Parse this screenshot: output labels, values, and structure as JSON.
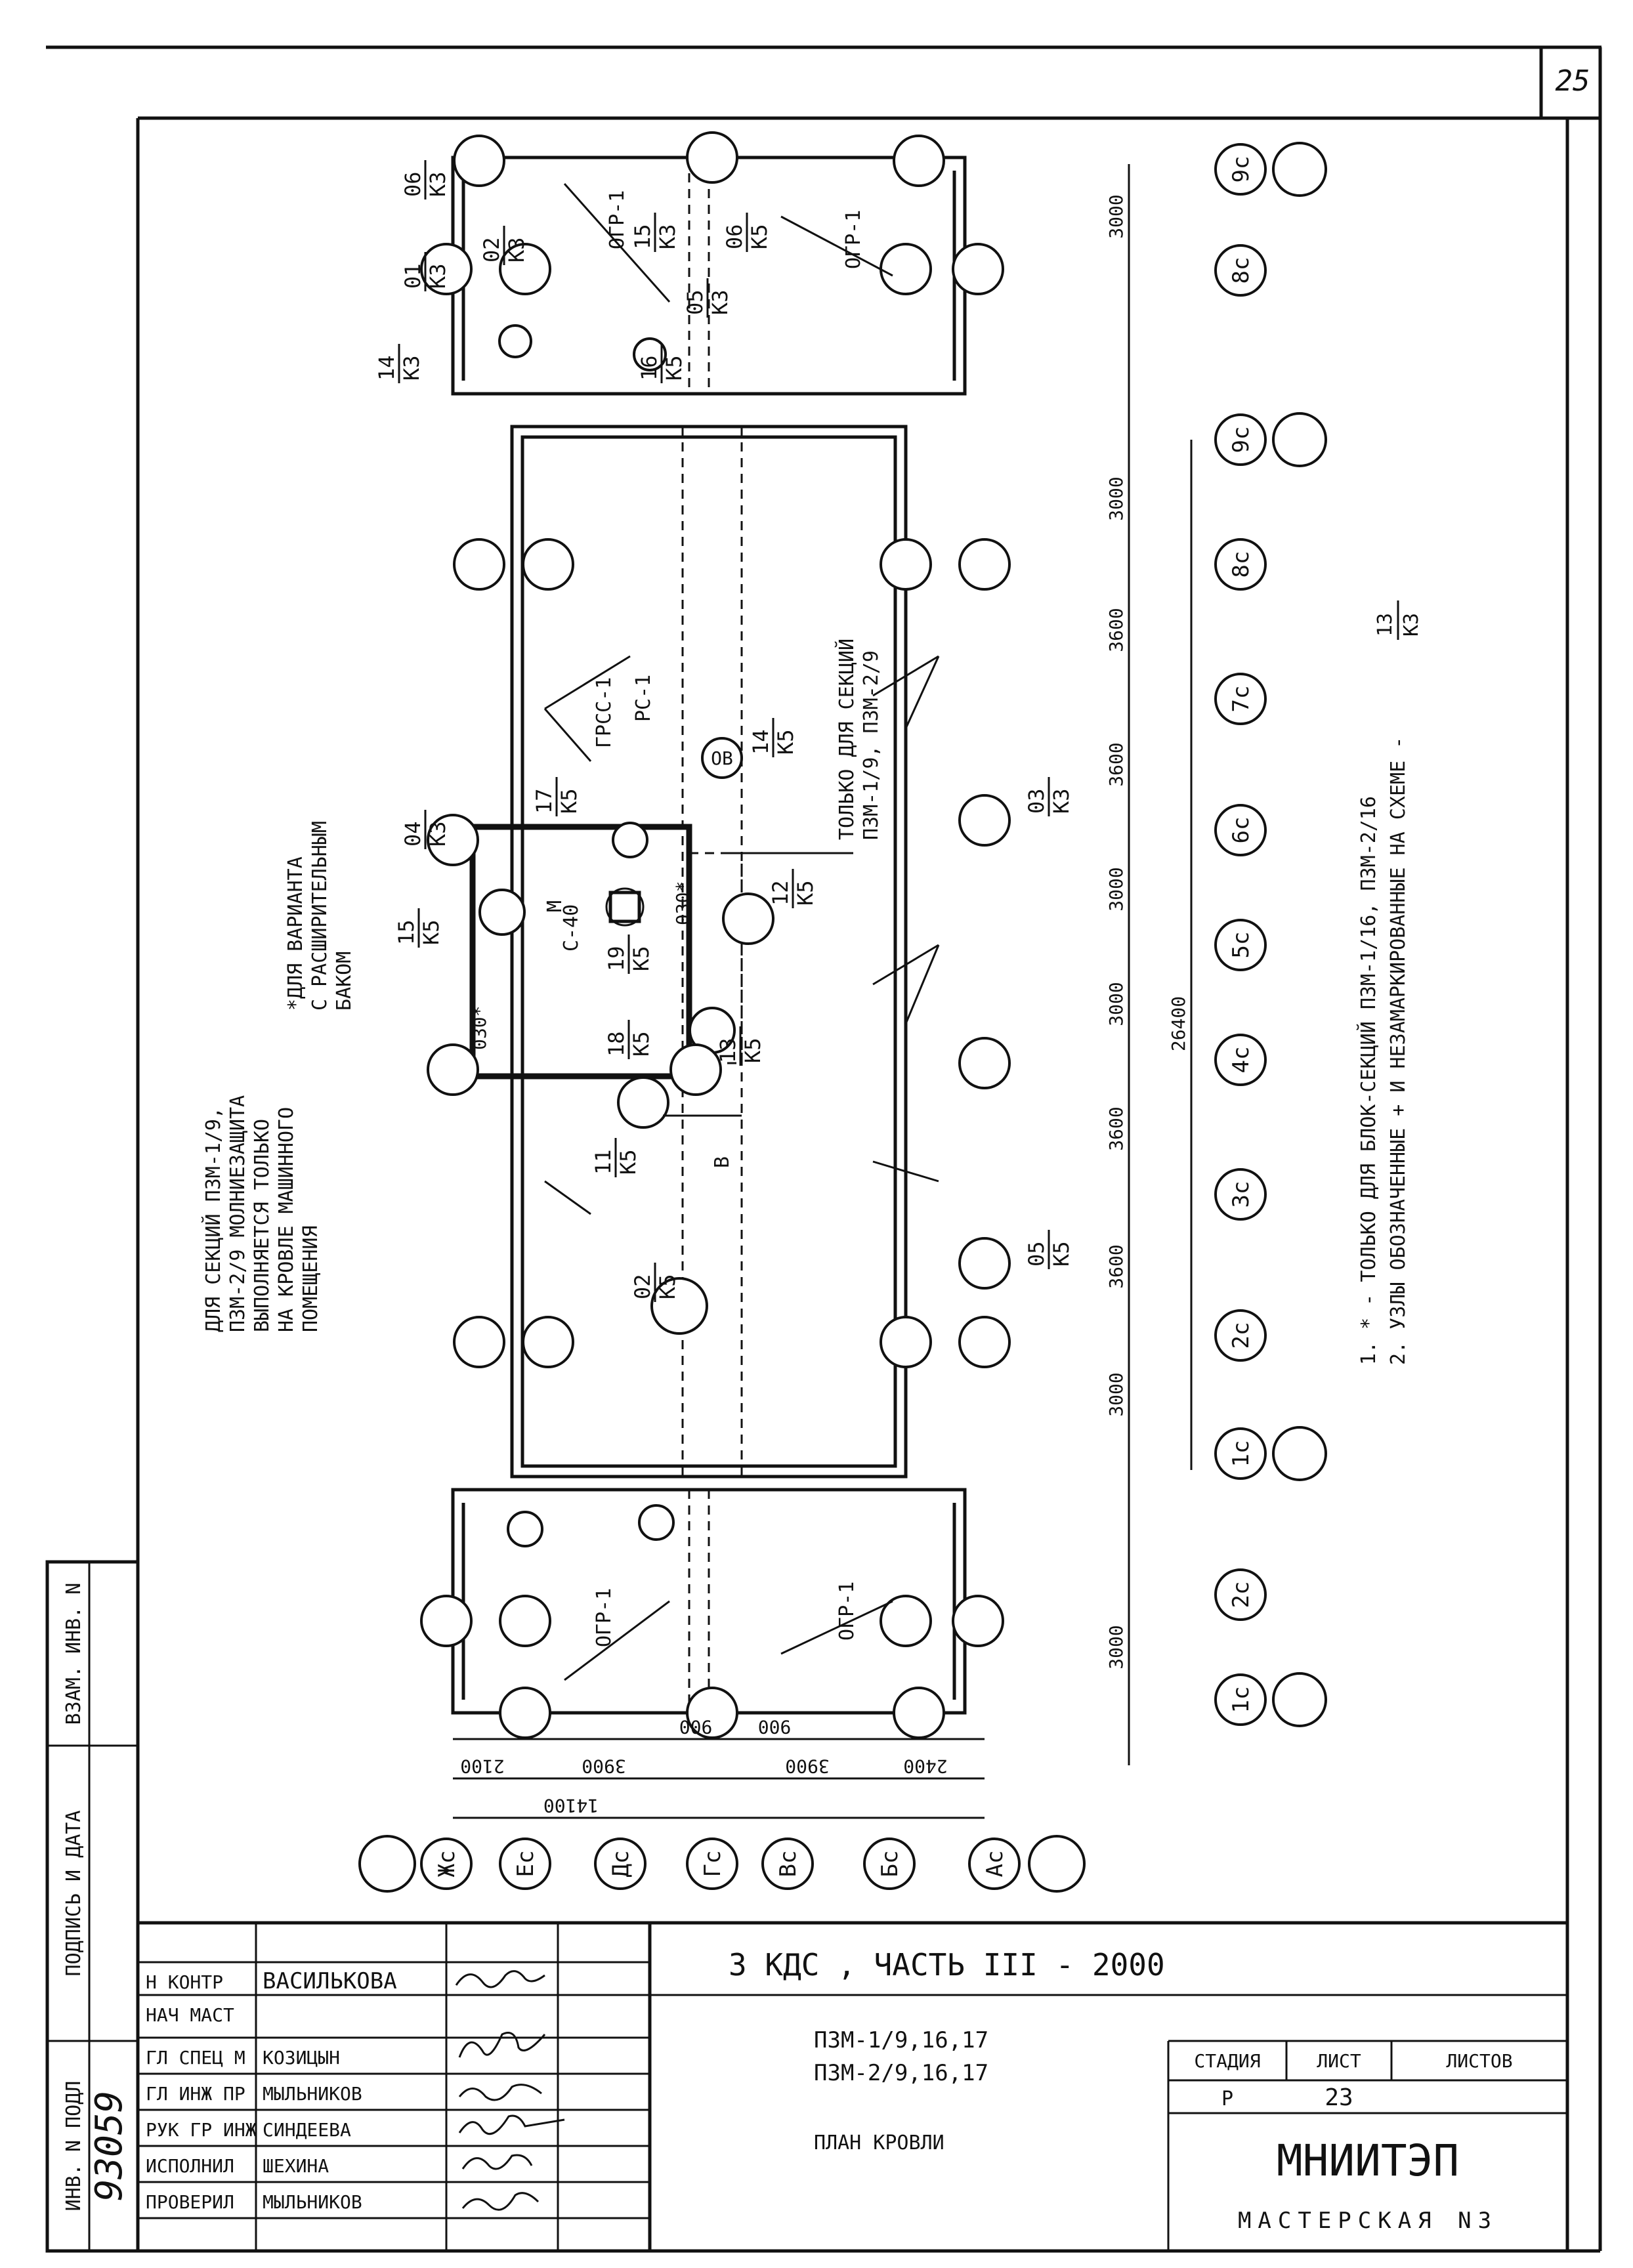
{
  "sheet_number": "25",
  "side_stamps": {
    "inv_podl_label": "ИНВ. N ПОДЛ",
    "inv_podl_value": "93059",
    "podpis_label": "ПОДПИСЬ И ДАТА",
    "vzam_label": "ВЗАМ. ИНВ. N"
  },
  "title_block": {
    "project": "3 КДС , ЧАСТЬ III - 2000",
    "series_line1": "ПЗМ-1/9,16,17",
    "series_line2": "ПЗМ-2/9,16,17",
    "drawing_title": "ПЛАН КРОВЛИ",
    "stage_label": "СТАДИЯ",
    "sheet_label": "ЛИСТ",
    "sheets_label": "ЛИСТОВ",
    "stage_value": "Р",
    "sheet_value": "23",
    "org_name": "МНИИТЭП",
    "org_sub": "МАСТЕРСКАЯ N3",
    "staff": [
      {
        "role": "Н КОНТР",
        "name": "ВАСИЛЬКОВА"
      },
      {
        "role": "НАЧ МАСТ",
        "name": ""
      },
      {
        "role": "ГЛ СПЕЦ М",
        "name": "КОЗИЦЫН"
      },
      {
        "role": "ГЛ ИНЖ ПР",
        "name": "МЫЛЬНИКОВ"
      },
      {
        "role": "РУК ГР ИНЖ",
        "name": "СИНДЕЕВА"
      },
      {
        "role": "ИСПОЛНИЛ",
        "name": "ШЕХИНА"
      },
      {
        "role": "ПРОВЕРИЛ",
        "name": "МЫЛЬНИКОВ"
      }
    ]
  },
  "notes": {
    "note1": "1. * - ТОЛЬКО ДЛЯ БЛОК-СЕКЦИЙ ПЗМ-1/16, ПЗМ-2/16",
    "note2": "2. УЗЛЫ ОБОЗНАЧЕННЫЕ + И НЕЗАМАРКИРОВАННЫЕ НА СХЕМЕ -",
    "note2_frac_top": "13",
    "note2_frac_bottom": "К3"
  },
  "callouts": {
    "machine_room_1": "ДЛЯ СЕКЦИЙ ПЗМ-1/9,",
    "machine_room_2": "ПЗМ-2/9 МОЛНИЕЗАЩИТА",
    "machine_room_3": "ВЫПОЛНЯЕТСЯ ТОЛЬКО",
    "machine_room_4": "НА КРОВЛЕ МАШИННОГО",
    "machine_room_5": "ПОМЕЩЕНИЯ",
    "variant_1": "*ДЛЯ ВАРИАНТА",
    "variant_2": "С РАСШИРИТЕЛЬНЫМ",
    "variant_3": "БАКОМ",
    "only_sections_1": "ТОЛЬКО ДЛЯ СЕКЦИЙ",
    "only_sections_2": "ПЗМ-1/9, ПЗМ-2/9"
  },
  "equipment_labels": {
    "grss": "ГРСС-1",
    "rs": "РС-1",
    "c40": "С-40",
    "o30a": "030*",
    "o30b": "030*",
    "ogr_left_top": "ОГР-1",
    "ogr_right_top": "ОГР-1",
    "ogr_left_bottom": "ОГР-1",
    "ogr_right_bottom": "ОГР-1",
    "ov": "ОВ",
    "v": "В",
    "m": "М"
  },
  "node_marks": [
    {
      "num": "06",
      "sheet": "К3"
    },
    {
      "num": "01",
      "sheet": "К3"
    },
    {
      "num": "02",
      "sheet": "К3"
    },
    {
      "num": "14",
      "sheet": "К3"
    },
    {
      "num": "16",
      "sheet": "К5"
    },
    {
      "num": "15",
      "sheet": "К3"
    },
    {
      "num": "05",
      "sheet": "К3"
    },
    {
      "num": "06",
      "sheet": "К5"
    },
    {
      "num": "04",
      "sheet": "К3"
    },
    {
      "num": "17",
      "sheet": "К5"
    },
    {
      "num": "15",
      "sheet": "К5"
    },
    {
      "num": "18",
      "sheet": "К5"
    },
    {
      "num": "19",
      "sheet": "К5"
    },
    {
      "num": "11",
      "sheet": "К5"
    },
    {
      "num": "12",
      "sheet": "К5"
    },
    {
      "num": "13",
      "sheet": "К5"
    },
    {
      "num": "14",
      "sheet": "К5"
    },
    {
      "num": "03",
      "sheet": "К3"
    },
    {
      "num": "05",
      "sheet": "К5"
    },
    {
      "num": "02",
      "sheet": "К5"
    }
  ],
  "axes": {
    "right": [
      "9с",
      "8с",
      "9с",
      "8с",
      "7с",
      "6с",
      "5с",
      "4с",
      "3с",
      "2с",
      "1с",
      "2с",
      "1с"
    ],
    "bottom": [
      "Жс",
      "Ес",
      "Дс",
      "Гс",
      "Вс",
      "Бс",
      "Ас"
    ]
  },
  "dimensions": {
    "right_top": "3000",
    "right_chain": [
      "3000",
      "3600",
      "3600",
      "3000",
      "3000",
      "3600",
      "3600",
      "3000"
    ],
    "right_total": "26400",
    "right_bottom": "3000",
    "bottom_chain_outer": [
      "2100",
      "3900",
      "3900",
      "2400"
    ],
    "bottom_chain_inner": [
      "900",
      "900"
    ],
    "bottom_total": "14100"
  }
}
